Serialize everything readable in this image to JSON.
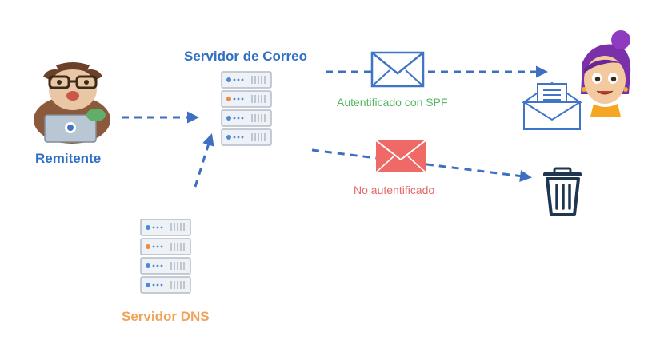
{
  "labels": {
    "mail_server": "Servidor de Correo",
    "sender": "Remitente",
    "dns_server": "Servidor DNS",
    "spf_authenticated": "Autentificado con SPF",
    "not_authenticated": "No autentificado"
  },
  "colors": {
    "arrow": "#3f6fc0",
    "server_accent_blue": "#4a8ad8",
    "server_accent_orange": "#f08a3a",
    "envelope_blue": "#3f74c6",
    "envelope_red": "#ef6a66",
    "label_blue": "#2f6fc4",
    "label_orange": "#f0a35a",
    "label_green": "#58b65f",
    "label_red": "#e26a68",
    "trash": "#1e3650"
  },
  "icons": {
    "mail_server": "server-rack-icon",
    "dns_server": "server-rack-icon",
    "sender": "sender-avatar-icon",
    "recipient": "recipient-avatar-icon",
    "inbox": "open-envelope-icon",
    "spf_mail": "envelope-icon",
    "rejected_mail": "envelope-icon",
    "trash": "trash-icon"
  }
}
